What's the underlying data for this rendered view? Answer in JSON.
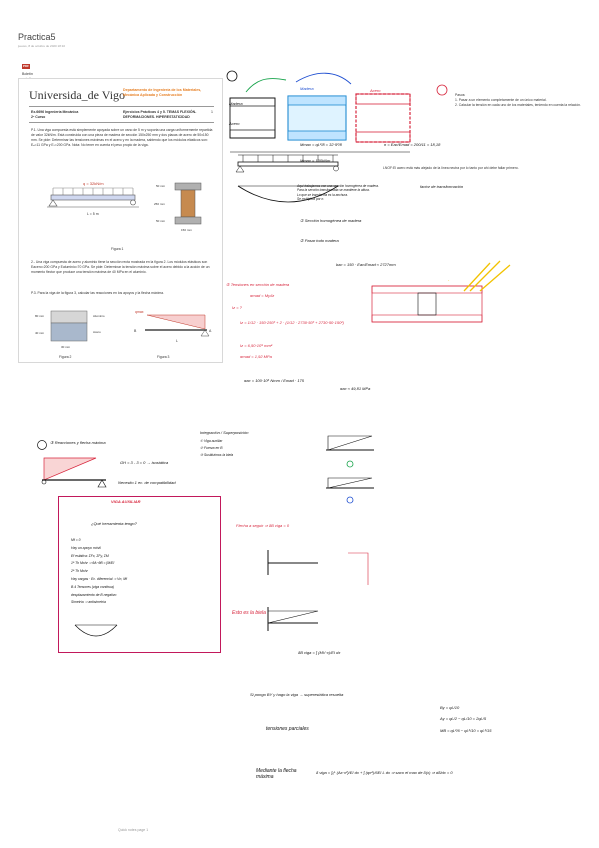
{
  "header": {
    "title": "Practica5",
    "meta": "jueves, 8 de octubre de 2020     18:10"
  },
  "attachment": {
    "name": "Boletín práctic..."
  },
  "sheet": {
    "university": "Universida_de Vigo",
    "department": "Departamento de Ingeniería de los Materiales, Mecánica Aplicada y Construcción",
    "course_left": [
      "Ex.6696 Ingeniería Mecánica",
      "2º Curso"
    ],
    "course_right": [
      "Ejercicios Prácticas 4 y 5. TEMAS FLEXIÓN-",
      "DEFORMACIONES. HIPERESTATICIDAD"
    ],
    "page_no": "1",
    "p1": "P.1. Una viga compuesta está simplemente apoyada sobre un vano de 5 m y soporta una carga uniformemente repartida de valor 32kN/m. Está construida con una pieza de madera de sección 150x250 mm y dos placas de acero de 50x150 mm. Se pide: Determinar las tensiones máximas en el acero y en la madera, sabiendo que los módulos elásticos son: Eₐ=11 GPa y Eₛ=200 GPa. Nota: No tener en cuenta el peso propio de la viga.",
    "fig1": {
      "load": "q = 32kN/m",
      "span": "L = 5 m",
      "dims": [
        "50 mm",
        "250 mm",
        "50 mm",
        "150 mm"
      ],
      "caption": "Figura 1"
    },
    "p2": "2.- Una viga compuesta de acero y aluminio tiene la sección recta mostrada en la figura 2. Los módulos elásticos son Eacero=200 GPa y Ealuminio=70 GPa. Se pide: Determinar la tensión máxima sobre el acero debido a la acción de un momento flector que produce una tensión máxima de 40 MPa en el aluminio.",
    "p3": "P.3. Para la viga de la figura 3, calcular las reacciones en los apoyos y la flecha máxima.",
    "fig2": {
      "labels": [
        "Aluminio",
        "Acero"
      ],
      "dims": [
        "80 mm",
        "40 mm",
        "30 mm"
      ],
      "caption": "Figura 2"
    },
    "fig3": {
      "load": "qmax",
      "points": [
        "B",
        "A"
      ],
      "span": "L",
      "caption": "Figura 3"
    }
  },
  "right_notes": {
    "heading": "Pasos:",
    "steps": [
      "1. Pasar a un elemento completamente de un único material.",
      "2. Calcular la tensión en cada uno de los materiales, teniendo en cuenta la relación."
    ],
    "note": "LNOF:El acero está más alejado de la línea neutra por lo tanto por ahí debe fallar primero."
  },
  "handwriting": {
    "section_1": {
      "labels": [
        "①",
        "Madera",
        "Acero",
        "Madera",
        "Acero"
      ],
      "moment": "Mmax = qL²/8 = 32·5²/8",
      "mmax": "Mmax = 100kNm",
      "ratio": "n = Eac/Emad = 200/11 = 18,18",
      "bullets": [
        "① Sección homogénea de madera",
        "② Pasar todo madera"
      ],
      "steps": [
        "Aquí trabajamos con una sección homogénea de madera.",
        "Para la sección transformada se mantiene la altura.",
        "Lo que se transforma es la anchura.",
        "Se multiplica por n."
      ],
      "width": "bac = 150 · Eac/Emad ≈ 2727mm",
      "aside": "factor de transformación"
    },
    "section_1b": {
      "heading": "⑤ Tensiones en sección de madera",
      "sigma": "σmad = My/Iz",
      "iz_label": "Iz = ?",
      "iz_formula": "Iz = 1/12 · 150·250³ + 2 · (1/12 · 2730·50³ + 2730·50·150²)",
      "iz_value": "Iz = 6,50·10⁹ mm⁴",
      "sigma_mad": "σmad = 1,92 MPa",
      "sigma_ac_expr": "σac = 100·10⁶ Nmm / Emad · 175",
      "sigma_ac": "σac ≈ 49,81 MPa"
    },
    "section_3": {
      "heading": "③ Reacciones y flecha máxima",
      "eq": "GH = 3 - 3 = 0 → isostática",
      "need": "Necesito 1 ec. de compatibilidad",
      "method": "Integración / Superposición",
      "box_title": "VIGA AUXILIAR",
      "box_q": "¿Qué herramienta tengo?",
      "box_lines": [
        "Mf = 0",
        "Hay un apoyo móvil",
        "Ef estática: ΣFx, ΣFy, ΣM",
        "1ª Th Mohr ⇒ θA−θB = ∫M/EI",
        "2ª Th Mohr",
        "Hay cargas · Ec. diferencial ⇒ Vn, Mf",
        "B.4 Tensores (viga continua)",
        "desplazamiento de B negativo",
        "Simetría ⇒ antisimetría"
      ],
      "box_label": "Esto es la biela"
    },
    "section_3b": {
      "circles": [
        "① Viga auxiliar",
        "② Fuerza en B",
        "③ Sustituimos la biela"
      ],
      "compat": "Flecha a seguir ⇒ δB viga = 0",
      "flecha": "δB viga = ∫ (MV·x)/EI dx",
      "superpos": "Si pongo BY y hago la viga → superestática resuelta",
      "By": "By = qL/10",
      "Ay": "Ay = qL/2 − qL/10 = 2qL/5",
      "Mb": "MB = qL²/6 − qL²/10 = qL²/15",
      "final": "δ viga = ∫₀ᴸ (Ax·x²)/EI dx + ∫ (qx⁴)/6EI L dx ⇒ saco el max de δ(x) ⇒ dδ/dx = 0",
      "side": "Mediante la flecha máxima",
      "tension_note": "tensiones parciales"
    }
  },
  "footer": "Quick notes page 1"
}
